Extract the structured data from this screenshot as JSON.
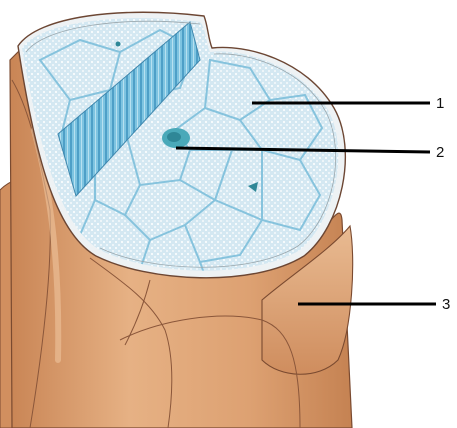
{
  "diagram": {
    "labels": [
      {
        "id": "1",
        "text": "1"
      },
      {
        "id": "2",
        "text": "2"
      },
      {
        "id": "3",
        "text": "3"
      }
    ]
  },
  "colors": {
    "stem_skin": "#d9a071",
    "stem_shadow": "#b87a52",
    "stem_highlight": "#ecc29c",
    "section_fill": "#dcebf3",
    "cell_wall": "#86c3dd",
    "cell_dots": "#ffffff",
    "cut_face": "#73bfe0",
    "nucleus": "#4aa9b9",
    "outline": "#6c4633",
    "pointer": "#000000"
  }
}
